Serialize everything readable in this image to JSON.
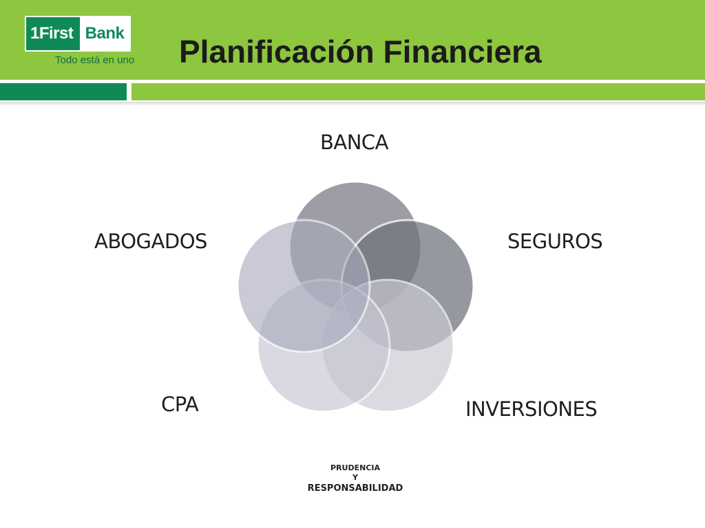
{
  "logo": {
    "first": "1First",
    "bank": "Bank",
    "tagline": "Todo está en uno"
  },
  "title": "Planificación Financiera",
  "diagram": {
    "labels": {
      "banca": "BANCA",
      "seguros": "SEGUROS",
      "inversiones": "INVERSIONES",
      "cpa": "CPA",
      "abogados": "ABOGADOS"
    },
    "center_note": {
      "line1": "PRUDENCIA",
      "line2": "Y",
      "line3": "RESPONSABILIDAD"
    },
    "circle_colors": {
      "banca": "#8b8d96",
      "seguros": "#6f717c",
      "inversiones": "#c9cad3",
      "cpa": "#c3c4d0",
      "abogados": "#a9abbd"
    }
  },
  "colors": {
    "header_green": "#8dc63f",
    "dark_green": "#0f8a57"
  }
}
